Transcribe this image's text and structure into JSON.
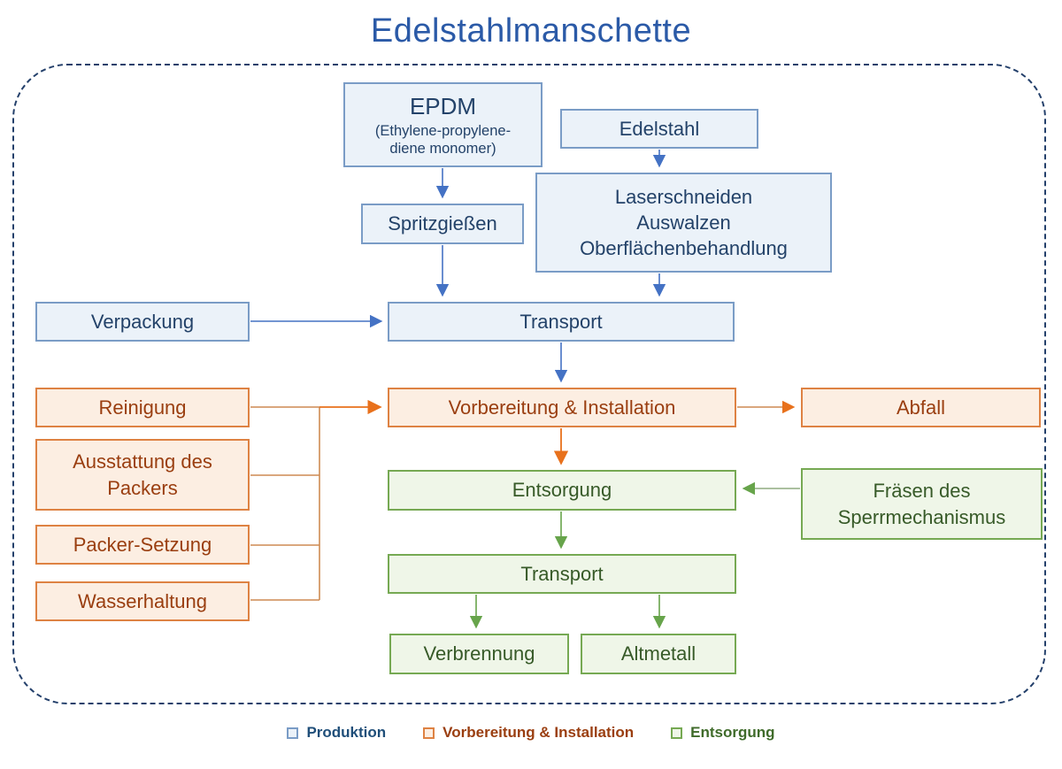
{
  "title": "Edelstahlmanschette",
  "boxes": {
    "epdm": {
      "title": "EPDM",
      "sub1": "(Ethylene-propylene-",
      "sub2": "diene monomer)"
    },
    "edelstahl": {
      "label": "Edelstahl"
    },
    "spritzgiessen": {
      "label": "Spritzgießen"
    },
    "laser": {
      "line1": "Laserschneiden",
      "line2": "Auswalzen",
      "line3": "Oberflächenbehandlung"
    },
    "verpackung": {
      "label": "Verpackung"
    },
    "transport_produktion": {
      "label": "Transport"
    },
    "reinigung": {
      "label": "Reinigung"
    },
    "vorbereitung_installation": {
      "label": "Vorbereitung & Installation"
    },
    "abfall": {
      "label": "Abfall"
    },
    "ausstattung": {
      "line1": "Ausstattung des",
      "line2": "Packers"
    },
    "packer_setzung": {
      "label": "Packer-Setzung"
    },
    "wasserhaltung": {
      "label": "Wasserhaltung"
    },
    "entsorgung": {
      "label": "Entsorgung"
    },
    "fraesen": {
      "line1": "Fräsen des",
      "line2": "Sperrmechanismus"
    },
    "transport_entsorgung": {
      "label": "Transport"
    },
    "verbrennung": {
      "label": "Verbrennung"
    },
    "altmetall": {
      "label": "Altmetall"
    }
  },
  "legend": {
    "produktion": "Produktion",
    "vorbereitung": "Vorbereitung & Installation",
    "entsorgung": "Entsorgung"
  },
  "colors": {
    "title_color": "#2B5AA7",
    "frame_color": "#24406B",
    "production_fill": "#EBF2F9",
    "production_border": "#7A9CC6",
    "production_text": "#234269",
    "installation_fill": "#FCEEE2",
    "installation_border": "#DE8243",
    "installation_text": "#9A3E10",
    "disposal_fill": "#EFF6E8",
    "disposal_border": "#76A953",
    "disposal_text": "#375A28",
    "arrow_blue": "#4472C4",
    "arrow_orange": "#E8711C",
    "connector_orange": "#CE8A52",
    "arrow_green": "#67A44B",
    "connector_green": "#8FAC80",
    "legend_production": "#1F4E79",
    "legend_installation": "#9A3E10",
    "legend_disposal": "#3F6B2A"
  }
}
